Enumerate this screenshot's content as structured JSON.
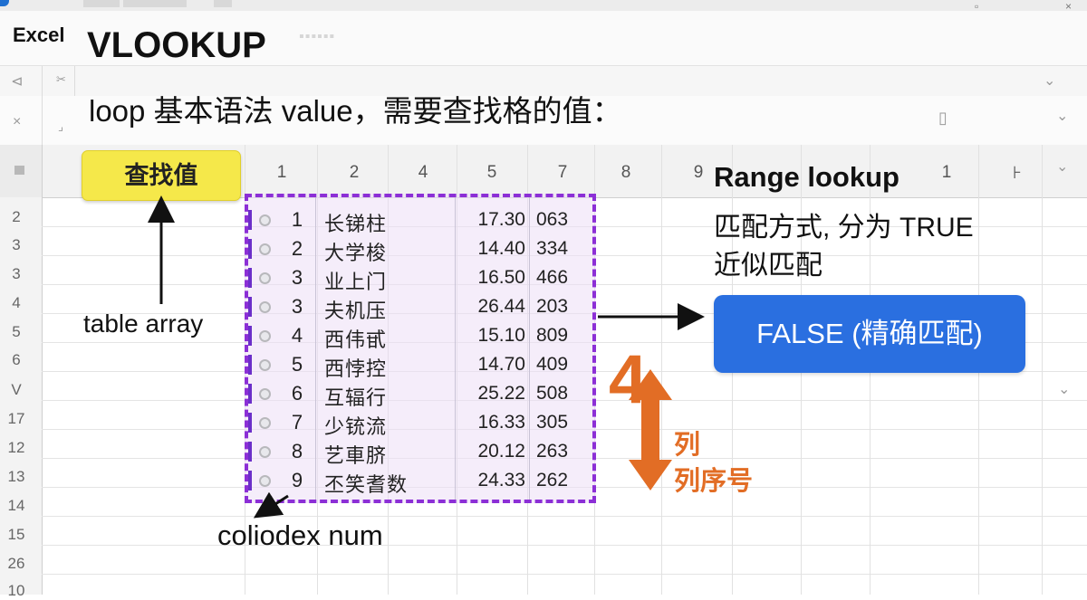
{
  "app": {
    "name": "Excel"
  },
  "title": "VLOOKUP",
  "subtitle": "loop  基本语法 value，需要查找格的值：",
  "lookup_value_button": "查找值",
  "table_array_label": "table array",
  "col_index_label": "coliodex num",
  "range_lookup": {
    "title": "Range lookup",
    "line1": "匹配方式, 分为 TRUE",
    "line2": "近似匹配"
  },
  "false_button": "FALSE (精确匹配)",
  "column_number_marker": "4",
  "column_labels": [
    "列",
    "列序号"
  ],
  "column_headers": [
    "1",
    "2",
    "4",
    "5",
    "7",
    "8",
    "9",
    "1",
    "⊦"
  ],
  "row_headers": [
    "2",
    "3",
    "3",
    "4",
    "5",
    "6",
    "V",
    "17",
    "12",
    "13",
    "14",
    "15",
    "26",
    "10"
  ],
  "table_rows": [
    {
      "num": "1",
      "name": "长锑柱",
      "value": "17.30",
      "code": "063"
    },
    {
      "num": "2",
      "name": "大学梭",
      "value": "14.40",
      "code": "334"
    },
    {
      "num": "3",
      "name": "业上门",
      "value": "16.50",
      "code": "466"
    },
    {
      "num": "3",
      "name": "夫机压",
      "value": "26.44",
      "code": "203"
    },
    {
      "num": "4",
      "name": "西伟甙",
      "value": "15.10",
      "code": "809"
    },
    {
      "num": "5",
      "name": "西悖控",
      "value": "14.70",
      "code": "409"
    },
    {
      "num": "6",
      "name": "互辐行",
      "value": "25.22",
      "code": "508"
    },
    {
      "num": "7",
      "name": "少铳流",
      "value": "16.33",
      "code": "305"
    },
    {
      "num": "8",
      "name": "艺車脐",
      "value": "20.12",
      "code": "263"
    },
    {
      "num": "9",
      "name": "丕笑耆数",
      "value": "24.33",
      "code": "262"
    }
  ],
  "colors": {
    "accent_blue": "#2a6fe0",
    "lookup_yellow": "#f5e84a",
    "table_border_purple": "#8c2fd6",
    "orange": "#e26d25"
  }
}
